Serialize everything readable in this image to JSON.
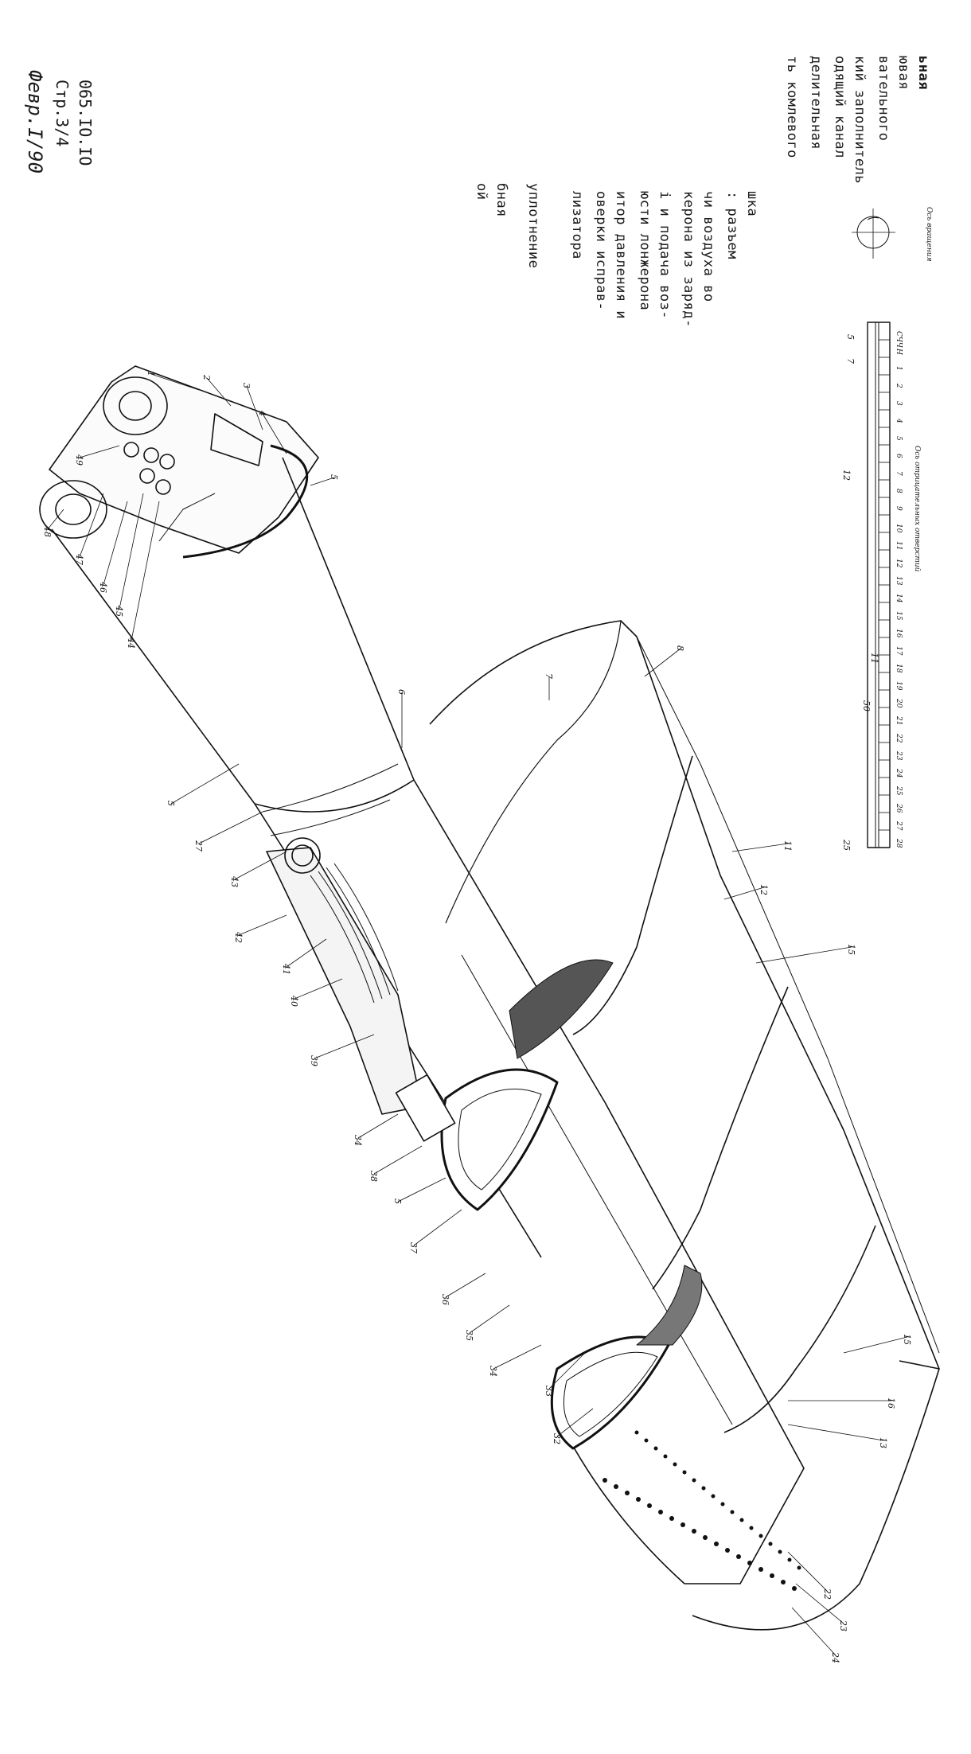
{
  "legend": {
    "lines": [
      {
        "text": "ьная",
        "bold": true
      },
      {
        "text": "ювая"
      },
      {
        "text": "вательного"
      },
      {
        "text": "кий заполнитель"
      },
      {
        "text": "одящий канал"
      },
      {
        "text": "делительная"
      },
      {
        "text": "ть комлевого"
      },
      {
        "text": "шка"
      },
      {
        "text": ": разъем"
      },
      {
        "text": "чи воздуха во"
      },
      {
        "text": "керона из заряд-"
      },
      {
        "text": "і и подача воз-"
      },
      {
        "text": "юсти лонжерона"
      },
      {
        "text": "итор давления и"
      },
      {
        "text": "оверки исправ-"
      },
      {
        "text": "лизатора"
      },
      {
        "text": "уплотнение"
      },
      {
        "text": "бная"
      },
      {
        "text": "ой"
      }
    ]
  },
  "doc_ref": {
    "code": "065.IO.IO",
    "page": "Стр.3/4",
    "date": "Февр.I/90"
  },
  "scale_bar": {
    "title": "Ось отрицательных отверстий",
    "rotation_label": "Ось вращения",
    "section_numbers": [
      "СЧЧ",
      "Н",
      "1",
      "2",
      "3",
      "4",
      "5",
      "6",
      "7",
      "8",
      "9",
      "10",
      "11",
      "12",
      "13",
      "14",
      "15",
      "16",
      "17",
      "18",
      "19",
      "20",
      "21",
      "22",
      "23",
      "24",
      "25",
      "26",
      "27",
      "28"
    ],
    "callouts": [
      "5",
      "7",
      "12",
      "11",
      "50",
      "25"
    ]
  },
  "callouts": [
    "1",
    "2",
    "3",
    "4",
    "5",
    "49",
    "48",
    "47",
    "46",
    "45",
    "44",
    "6",
    "7",
    "8",
    "5",
    "27",
    "43",
    "42",
    "41",
    "40",
    "39",
    "34",
    "38",
    "5",
    "37",
    "36",
    "35",
    "34",
    "33",
    "32",
    "11",
    "12",
    "15",
    "15",
    "16",
    "13",
    "22",
    "23",
    "24"
  ]
}
